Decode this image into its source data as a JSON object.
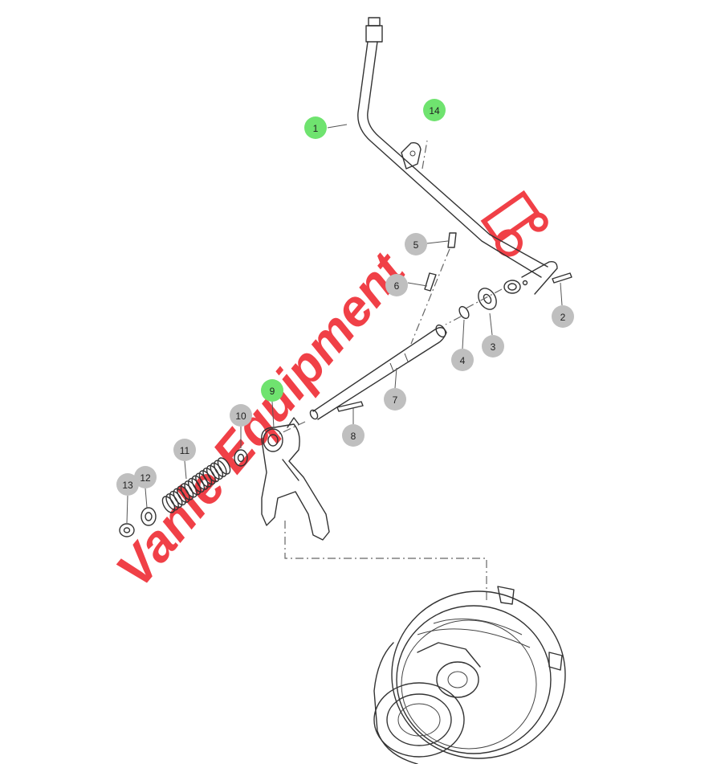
{
  "colors": {
    "callout_default": "#bfbfbf",
    "callout_highlight": "#6fe36f",
    "watermark": "#ee1f27",
    "line": "#333333"
  },
  "watermark": {
    "text": "Vanle Equipment"
  },
  "callouts": [
    {
      "id": "1",
      "label": "1",
      "highlight": true
    },
    {
      "id": "2",
      "label": "2",
      "highlight": false
    },
    {
      "id": "3",
      "label": "3",
      "highlight": false
    },
    {
      "id": "4",
      "label": "4",
      "highlight": false
    },
    {
      "id": "5",
      "label": "5",
      "highlight": false
    },
    {
      "id": "6",
      "label": "6",
      "highlight": false
    },
    {
      "id": "7",
      "label": "7",
      "highlight": false
    },
    {
      "id": "8",
      "label": "8",
      "highlight": false
    },
    {
      "id": "9",
      "label": "9",
      "highlight": true
    },
    {
      "id": "10",
      "label": "10",
      "highlight": false
    },
    {
      "id": "11",
      "label": "11",
      "highlight": false
    },
    {
      "id": "12",
      "label": "12",
      "highlight": false
    },
    {
      "id": "13",
      "label": "13",
      "highlight": false
    },
    {
      "id": "14",
      "label": "14",
      "highlight": true
    }
  ]
}
